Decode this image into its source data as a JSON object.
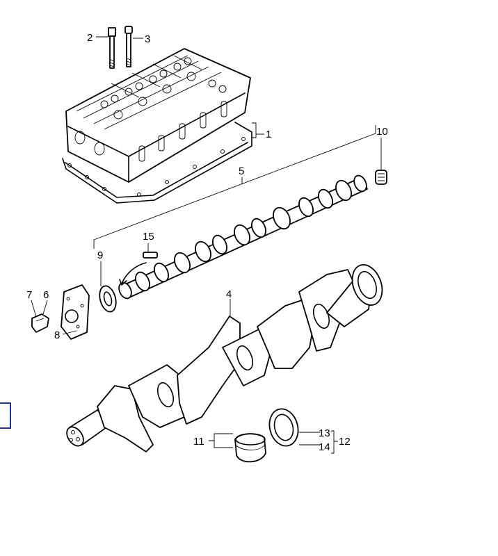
{
  "callouts": {
    "c1": "1",
    "c2": "2",
    "c3": "3",
    "c4": "4",
    "c5": "5",
    "c6": "6",
    "c7": "7",
    "c8": "8",
    "c9": "9",
    "c10": "10",
    "c11": "11",
    "c12": "12",
    "c13": "13",
    "c14": "14",
    "c15": "15"
  },
  "colors": {
    "line": "#000000",
    "frame": "#1e2ea8",
    "background": "#ffffff"
  }
}
